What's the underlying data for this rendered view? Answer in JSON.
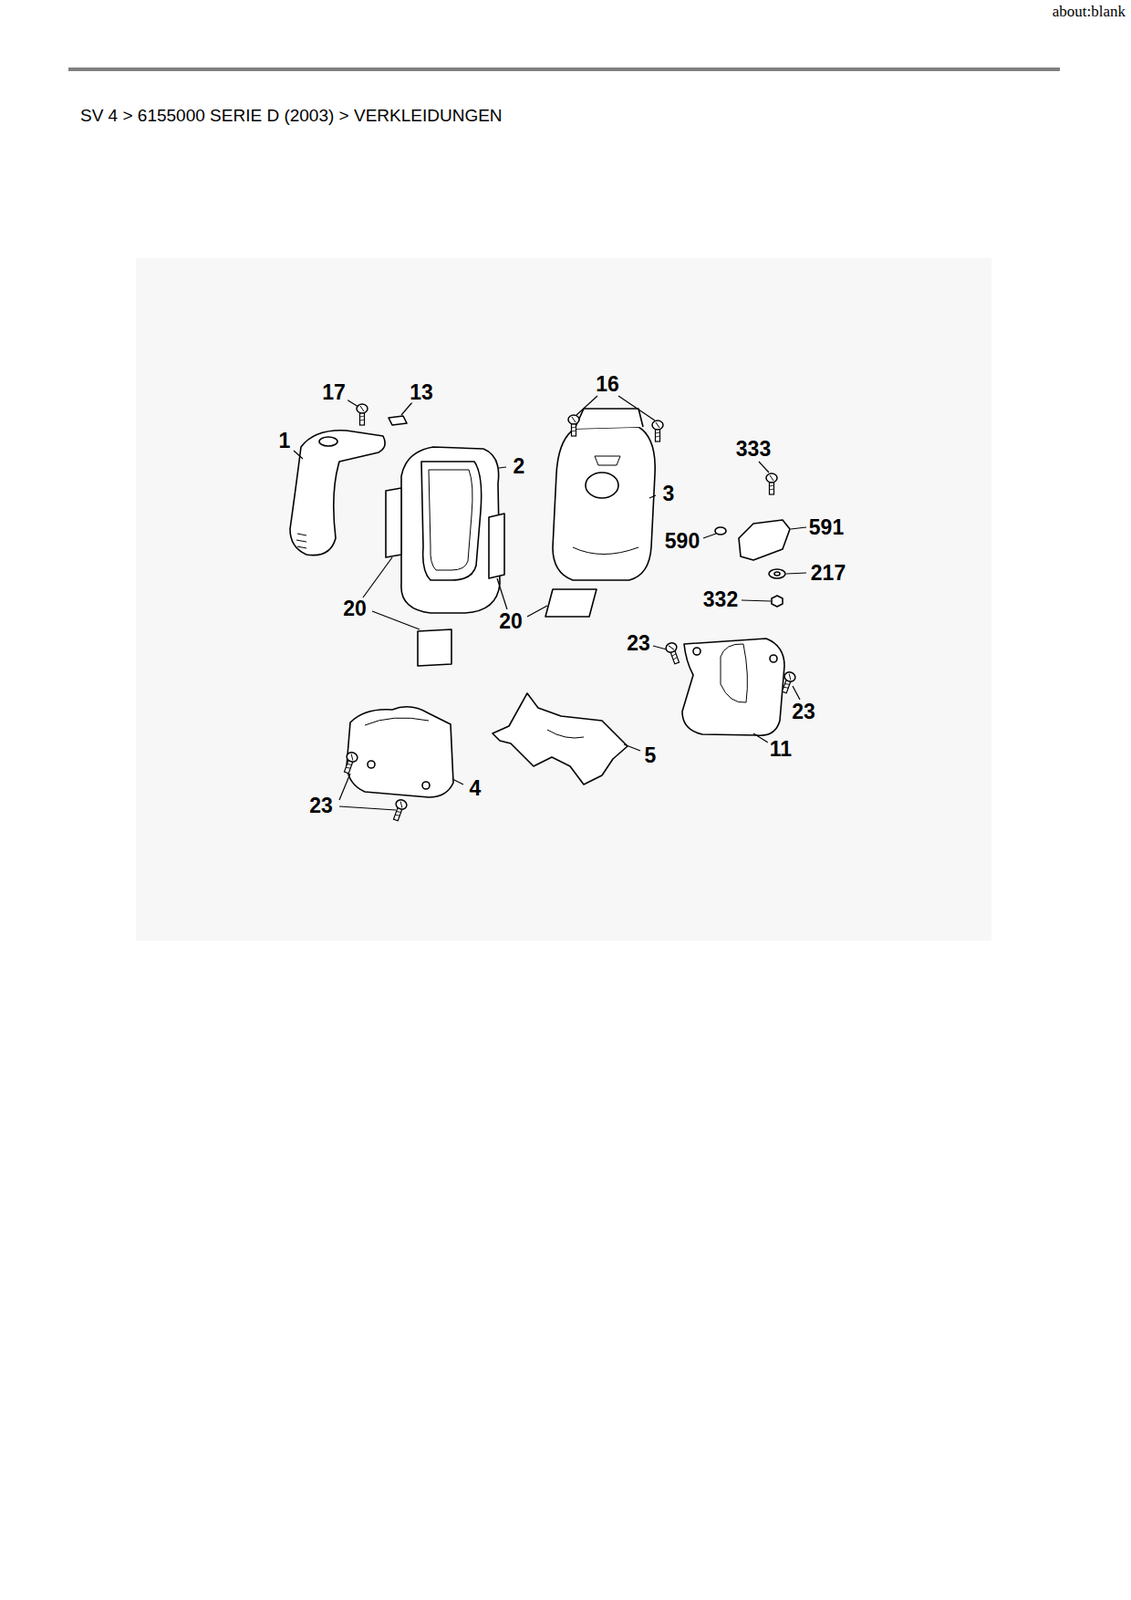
{
  "diagram": {
    "title": "SV 4  >  6155000 SERIE D (2003)  >  VERKLEIDUNGEN",
    "labels": [
      "about:blank",
      "17",
      "13",
      "1",
      "16",
      "2",
      "3",
      "333",
      "590",
      "591",
      "217",
      "332",
      "20",
      "20",
      "23",
      "23",
      "11",
      "5",
      "4",
      "23"
    ]
  }
}
